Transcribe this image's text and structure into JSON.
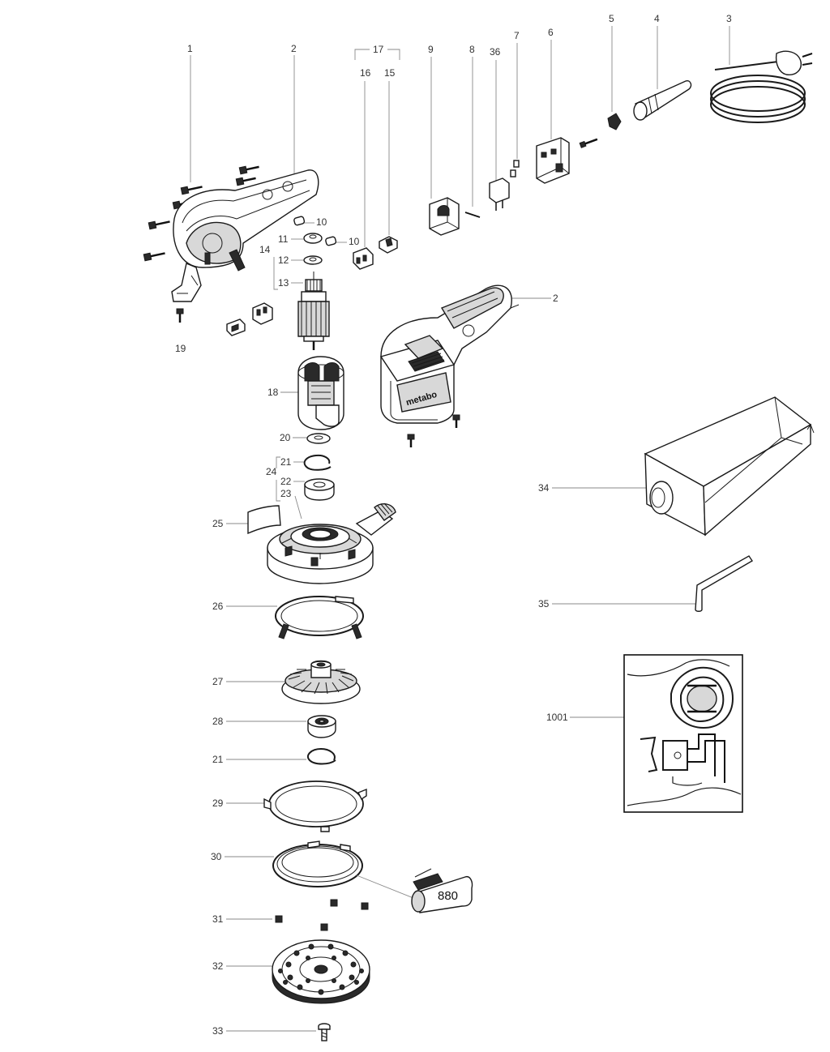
{
  "labels": {
    "l1": "1",
    "l2a": "2",
    "l2b": "2",
    "l3": "3",
    "l4": "4",
    "l5": "5",
    "l6": "6",
    "l7": "7",
    "l8": "8",
    "l9": "9",
    "l10a": "10",
    "l10b": "10",
    "l11": "11",
    "l12": "12",
    "l13": "13",
    "l14": "14",
    "l15": "15",
    "l16": "16",
    "l17": "17",
    "l18": "18",
    "l19": "19",
    "l20": "20",
    "l21a": "21",
    "l21b": "21",
    "l22": "22",
    "l23": "23",
    "l24": "24",
    "l25": "25",
    "l26": "26",
    "l27": "27",
    "l28": "28",
    "l29": "29",
    "l30": "30",
    "l31": "31",
    "l32": "32",
    "l33": "33",
    "l34": "34",
    "l35": "35",
    "l36": "36",
    "l1001": "1001"
  },
  "grease_tube_text": "880",
  "brand_text": "metabo"
}
